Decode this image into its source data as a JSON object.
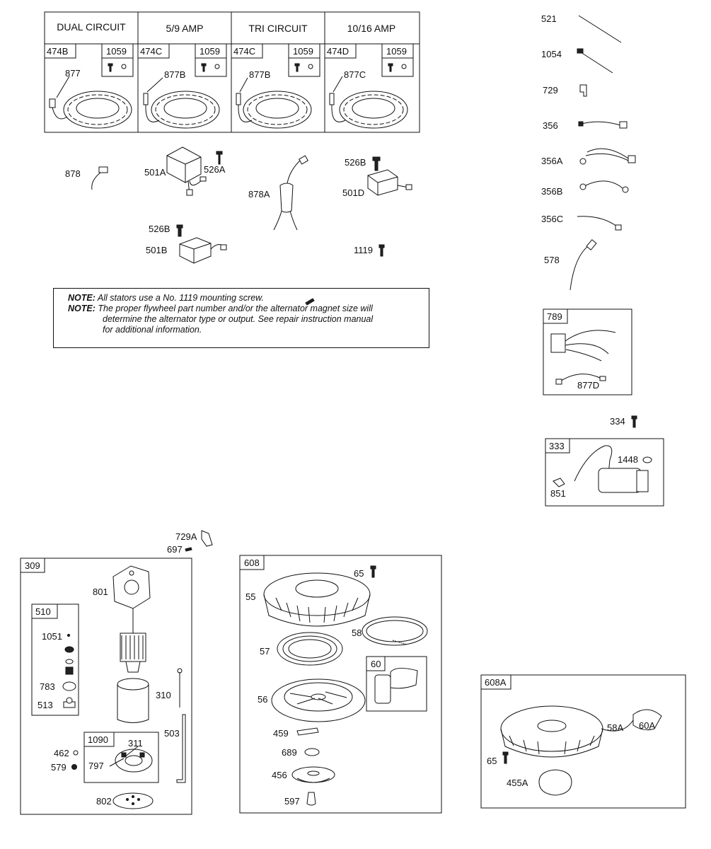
{
  "stators": {
    "headers": [
      "DUAL CIRCUIT",
      "5/9 AMP",
      "TRI CIRCUIT",
      "10/16 AMP"
    ],
    "group_ids": [
      "474B",
      "474C",
      "474C",
      "474D"
    ],
    "screw_ids": [
      "1059",
      "1059",
      "1059",
      "1059"
    ],
    "lead_ids": [
      "877",
      "877B",
      "877B",
      "877C"
    ]
  },
  "parts": {
    "p878": "878",
    "p501A": "501A",
    "p526A": "526A",
    "p878A": "878A",
    "p526B_top": "526B",
    "p501D": "501D",
    "p526B_mid": "526B",
    "p501B": "501B",
    "p1119": "1119",
    "p521": "521",
    "p1054": "1054",
    "p729": "729",
    "p356": "356",
    "p356A": "356A",
    "p356B": "356B",
    "p356C": "356C",
    "p578": "578",
    "p789": "789",
    "p877D": "877D",
    "p334": "334",
    "p333": "333",
    "p1448": "1448",
    "p851": "851",
    "p729A": "729A",
    "p697": "697",
    "p309": "309",
    "p801": "801",
    "p510": "510",
    "p1051": "1051",
    "p783": "783",
    "p513": "513",
    "p310": "310",
    "p503": "503",
    "p462": "462",
    "p579": "579",
    "p1090": "1090",
    "p311": "311",
    "p797": "797",
    "p802": "802",
    "p608": "608",
    "p65a": "65",
    "p55": "55",
    "p58": "58",
    "p57": "57",
    "p60": "60",
    "p56": "56",
    "p459": "459",
    "p689": "689",
    "p456": "456",
    "p597": "597",
    "p608A": "608A",
    "p58A": "58A",
    "p60A": "60A",
    "p65b": "65",
    "p455A": "455A"
  },
  "notes": {
    "label": "NOTE:",
    "line1": "All stators use a No. 1119 mounting screw.",
    "line2": "The proper flywheel part number and/or the alternator magnet size will",
    "line2b": "determine the alternator type or output. See repair instruction manual",
    "line2c": "for additional information."
  }
}
